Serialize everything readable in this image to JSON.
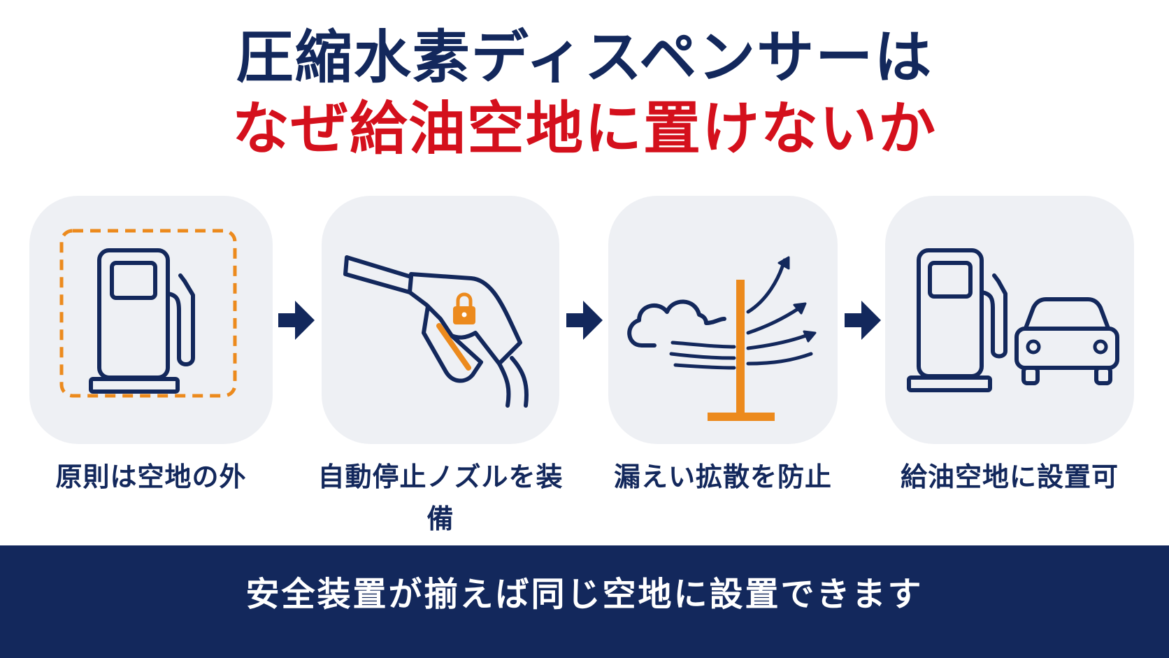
{
  "title": {
    "line1": "圧縮水素ディスペンサーは",
    "line2": "なぜ給油空地に置けないか"
  },
  "steps": [
    {
      "label": "原則は空地の外",
      "icon": "fuel-pump-in-dashed-boundary-icon"
    },
    {
      "label": "自動停止ノズルを装備",
      "icon": "locked-nozzle-icon"
    },
    {
      "label": "漏えい拡散を防止",
      "icon": "cloud-barrier-diffusion-icon"
    },
    {
      "label": "給油空地に設置可",
      "icon": "fuel-pump-with-car-icon"
    }
  ],
  "connector_icon": "right-arrow-icon",
  "banner": {
    "text": "安全装置が揃えば同じ空地に設置できます"
  },
  "colors": {
    "navy": "#13285c",
    "red": "#d4101c",
    "orange": "#ec8a1d",
    "card": "#eef0f4",
    "banner": "#13285c"
  }
}
